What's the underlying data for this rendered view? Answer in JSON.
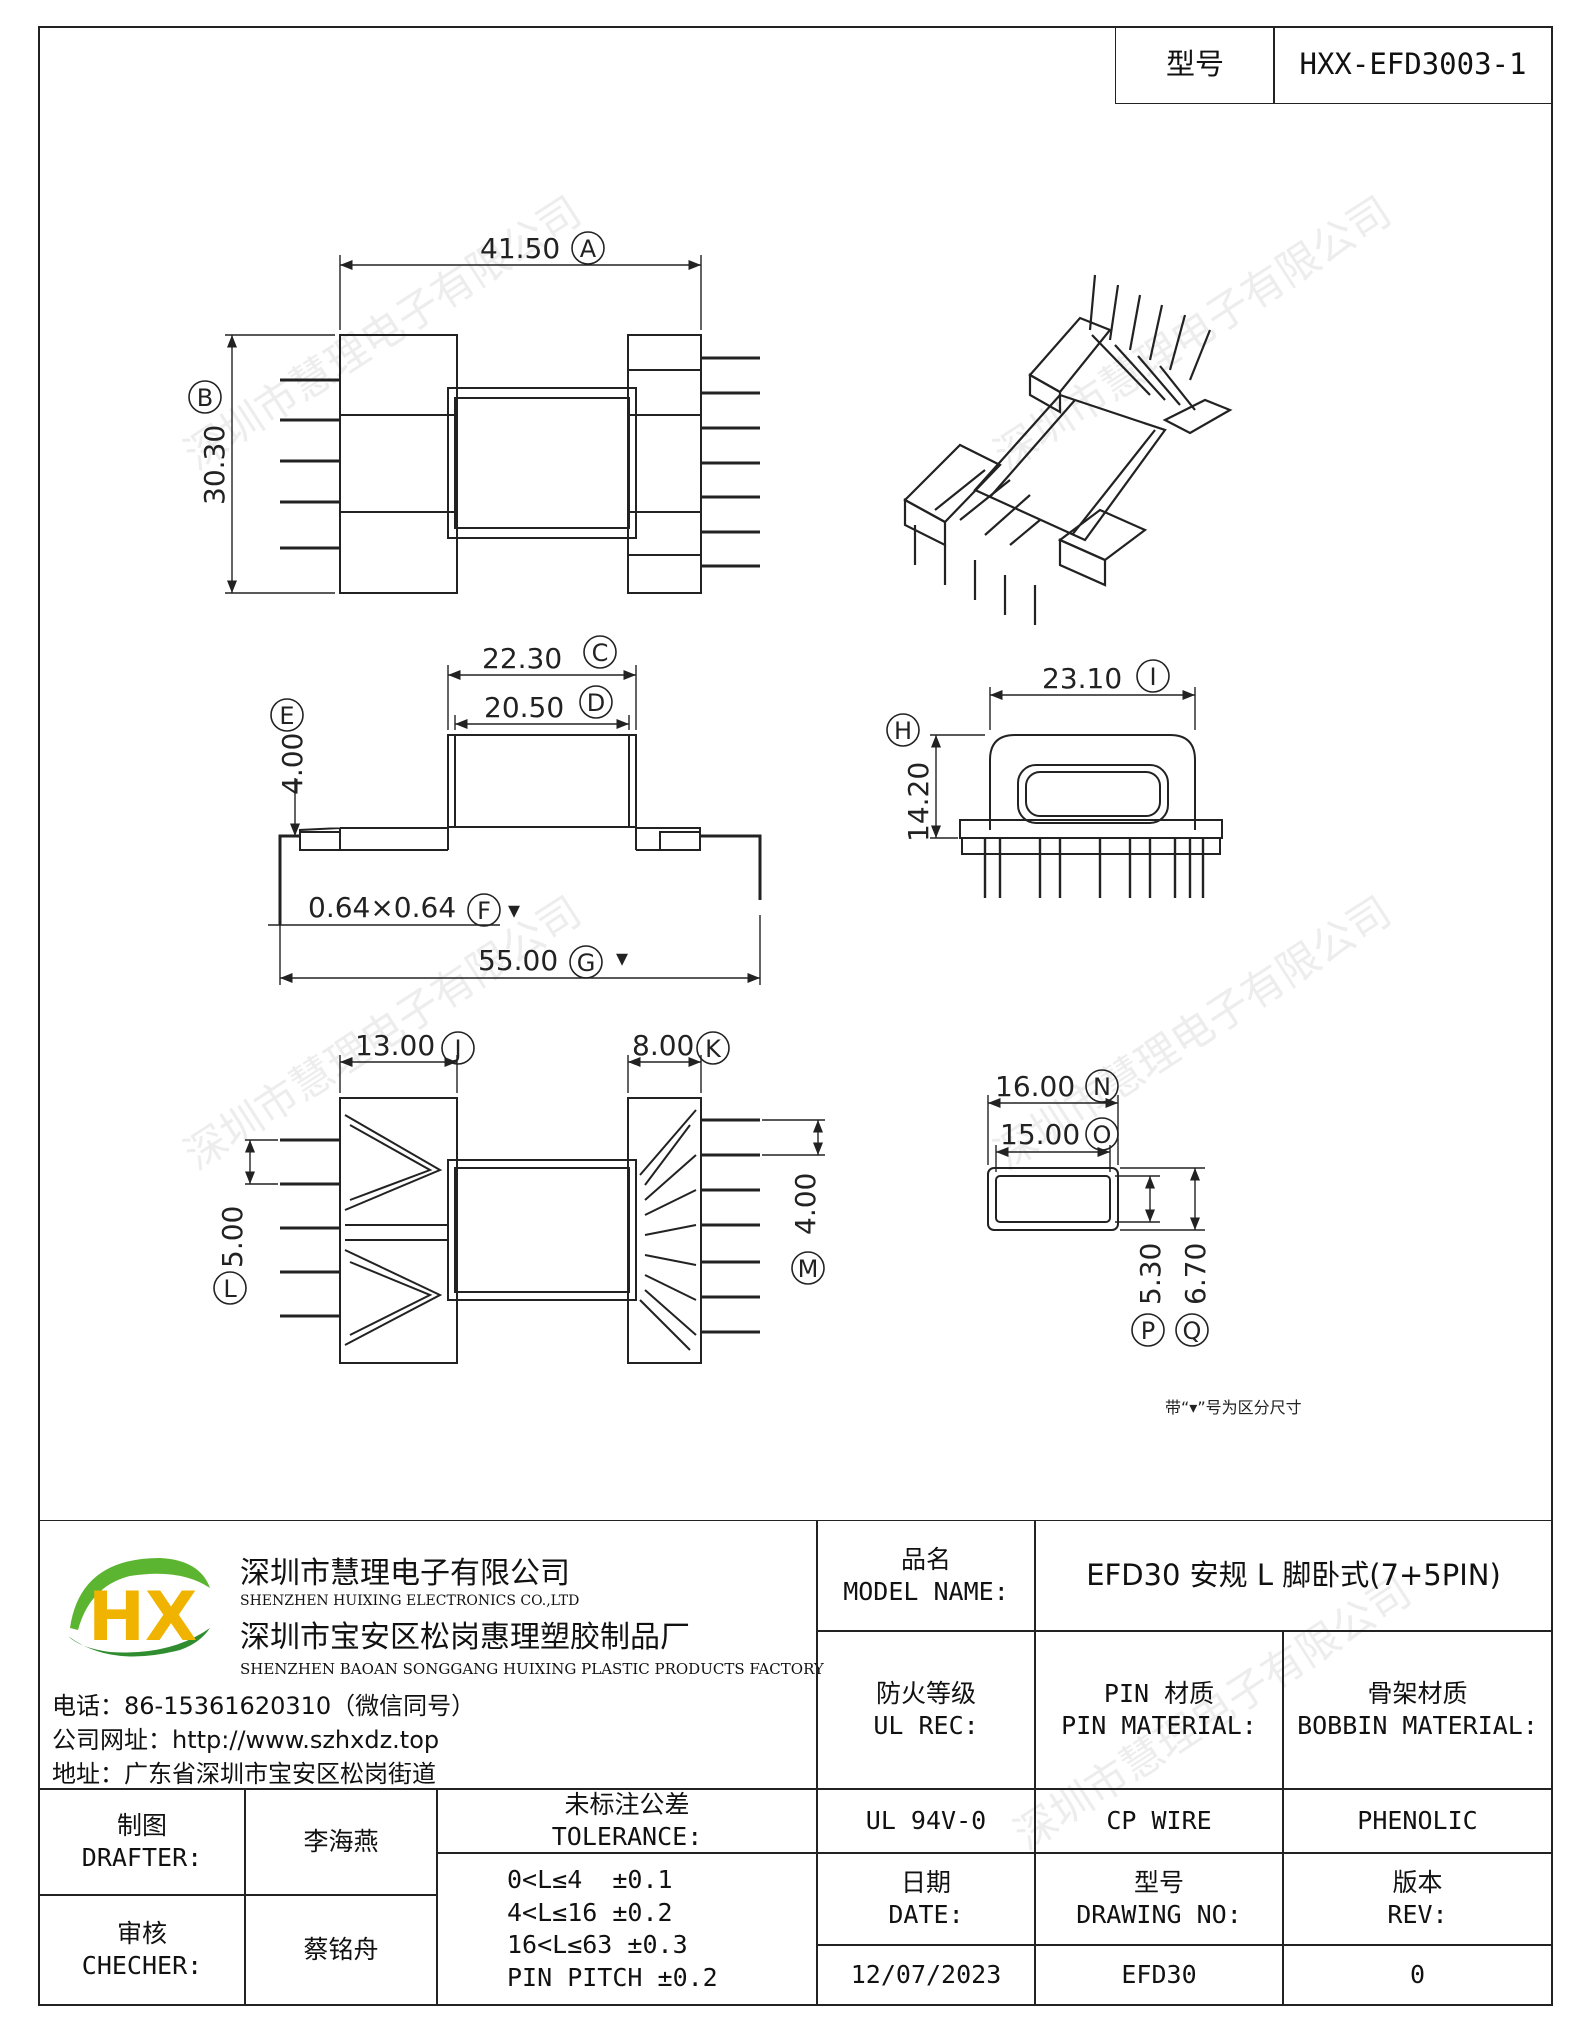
{
  "header": {
    "model_label": "型号",
    "model_value": "HXX-EFD3003-1"
  },
  "dims": {
    "A": "41.50",
    "B": "30.30",
    "C": "22.30",
    "D": "20.50",
    "E": "4.00",
    "F": "0.64×0.64",
    "G": "55.00",
    "H": "14.20",
    "I": "23.10",
    "J": "13.00",
    "K": "8.00",
    "L": "5.00",
    "M": "4.00",
    "N": "16.00",
    "O": "15.00",
    "P": "5.30",
    "Q": "6.70"
  },
  "dim_letters": {
    "A": "A",
    "B": "B",
    "C": "C",
    "D": "D",
    "E": "E",
    "F": "F",
    "G": "G",
    "H": "H",
    "I": "I",
    "J": "J",
    "K": "K",
    "L": "L",
    "M": "M",
    "N": "N",
    "O": "O",
    "P": "P",
    "Q": "Q"
  },
  "marker": "▾",
  "note": "带“▾”号为区分尺寸",
  "watermark": "深圳市慧理电子有限公司",
  "company": {
    "logo_text": "HX",
    "name_cn": "深圳市慧理电子有限公司",
    "name_en": "SHENZHEN HUIXING ELECTRONICS CO.,LTD",
    "factory_cn": "深圳市宝安区松岗惠理塑胶制品厂",
    "factory_en": "SHENZHEN BAOAN SONGGANG HUIXING PLASTIC PRODUCTS FACTORY",
    "phone": "电话：86-15361620310（微信同号）",
    "website": "公司网址：http://www.szhxdz.top",
    "address": "地址：广东省深圳市宝安区松岗街道"
  },
  "title_block": {
    "model_name_cn": "品名",
    "model_name_en": "MODEL NAME:",
    "model_name_value": "EFD30 安规 L 脚卧式(7+5PIN)",
    "ul_cn": "防火等级",
    "ul_en": "UL REC:",
    "pin_cn": "PIN 材质",
    "pin_en": "PIN MATERIAL:",
    "bobbin_cn": "骨架材质",
    "bobbin_en": "BOBBIN MATERIAL:",
    "ul_value": "UL 94V-0",
    "pin_value": "CP WIRE",
    "bobbin_value": "PHENOLIC",
    "drafter_cn": "制图",
    "drafter_en": "DRAFTER:",
    "drafter_name": "李海燕",
    "checker_cn": "审核",
    "checker_en": "CHECHER:",
    "checker_name": "蔡铭舟",
    "tol_cn": "未标注公差",
    "tol_en": "TOLERANCE:",
    "tol_lines": [
      "0<L≤4  ±0.1",
      "4<L≤16 ±0.2",
      "16<L≤63 ±0.3",
      "PIN PITCH ±0.2"
    ],
    "date_cn": "日期",
    "date_en": "DATE:",
    "date_value": "12/07/2023",
    "dwg_cn": "型号",
    "dwg_en": "DRAWING NO:",
    "dwg_value": "EFD30",
    "rev_cn": "版本",
    "rev_en": "REV:",
    "rev_value": "0"
  }
}
